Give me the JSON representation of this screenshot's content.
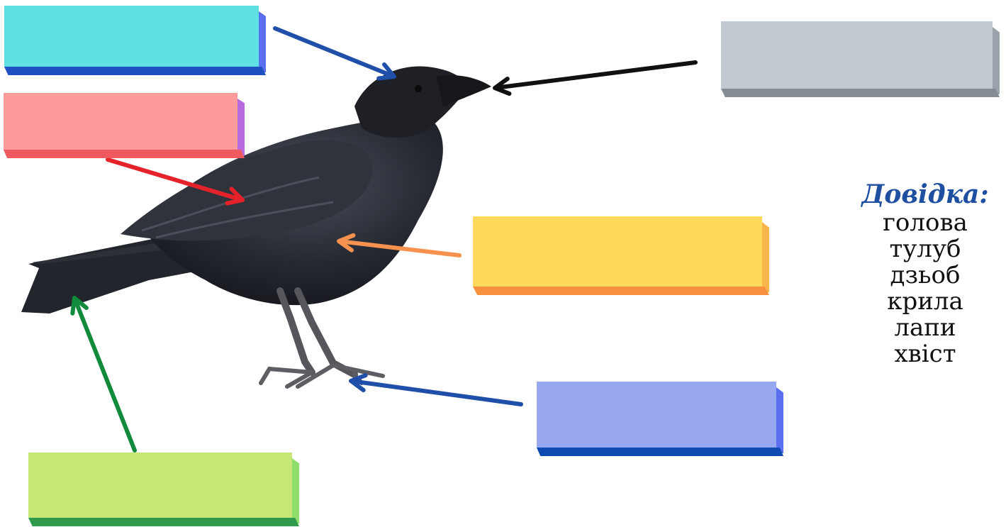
{
  "reference": {
    "title": "Довідка:",
    "words": [
      "голова",
      "тулуб",
      "дзьоб",
      "крила",
      "лапи",
      "хвіст"
    ]
  },
  "label_boxes": [
    {
      "id": "head",
      "face": "#5fe0e3",
      "side": "#5a6ef0",
      "bottom": "#1f4fc0",
      "arrow": "#1f4fa8"
    },
    {
      "id": "wings",
      "face": "#fd9a9b",
      "side": "#b86ae0",
      "bottom": "#ee5a60",
      "arrow": "#e52229"
    },
    {
      "id": "beak",
      "face": "#c2c9d1",
      "side": "#9aa3ab",
      "bottom": "#848c94",
      "arrow": "#111111"
    },
    {
      "id": "body",
      "face": "#fed95c",
      "side": "#f8b64a",
      "bottom": "#f7913e",
      "arrow": "#f7914f"
    },
    {
      "id": "feet",
      "face": "#97a7f0",
      "side": "#5a70ee",
      "bottom": "#0e4bb0",
      "arrow": "#1f4fa8"
    },
    {
      "id": "tail",
      "face": "#c6e676",
      "side": "#8fe06a",
      "bottom": "#2f9a4c",
      "arrow": "#128a3c"
    }
  ]
}
